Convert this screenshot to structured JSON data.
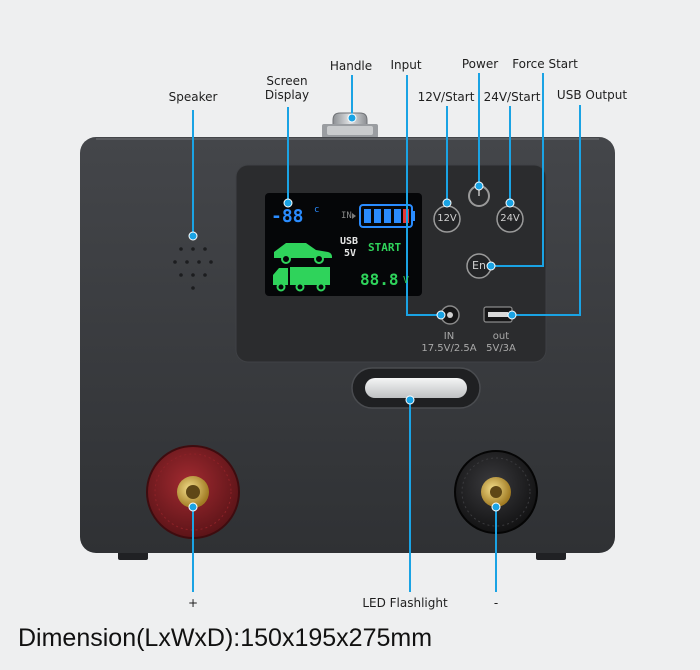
{
  "callouts": {
    "speaker": "Speaker",
    "screen_display": [
      "Screen",
      "Display"
    ],
    "handle": "Handle",
    "input": "Input",
    "power": "Power",
    "force_start": "Force Start",
    "start_12v": "12V/Start",
    "start_24v": "24V/Start",
    "usb_output": "USB Output",
    "positive": "+",
    "led_flashlight": "LED Flashlight",
    "negative": "-"
  },
  "panel": {
    "btn_12v": "12V",
    "btn_24v": "24V",
    "btn_en": "En",
    "input_port": [
      "IN",
      "17.5V/2.5A"
    ],
    "usb_port": [
      "out",
      "5V/3A"
    ]
  },
  "display": {
    "temp": "-88",
    "temp_unit": "c",
    "in": "IN",
    "usb": "USB",
    "usb_volt": "5V",
    "start": "START",
    "volt": "88.8",
    "volt_unit": "V"
  },
  "footer": {
    "dimension": "Dimension(LxWxD):150x195x275mm"
  },
  "colors": {
    "background": "#eeeff0",
    "body": "#3a3c3f",
    "callout_line": "#1aa3e4",
    "screen_blue": "#2a8cff",
    "screen_green": "#2fd35b",
    "positive_terminal": "#7a1e22",
    "negative_terminal": "#1d1d1f"
  }
}
